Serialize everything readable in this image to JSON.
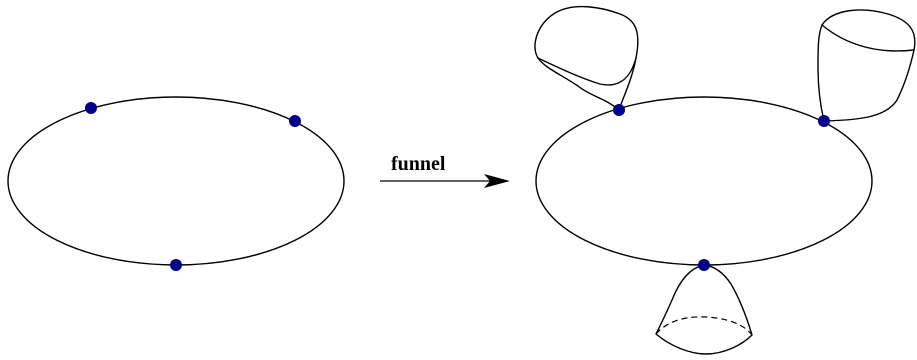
{
  "arrow": {
    "label": "funnel"
  },
  "colors": {
    "stroke": "#000000",
    "point": "#00008b",
    "background": "#ffffff"
  },
  "left_surface": {
    "marked_points": 3
  },
  "right_surface": {
    "funnels": 3
  }
}
